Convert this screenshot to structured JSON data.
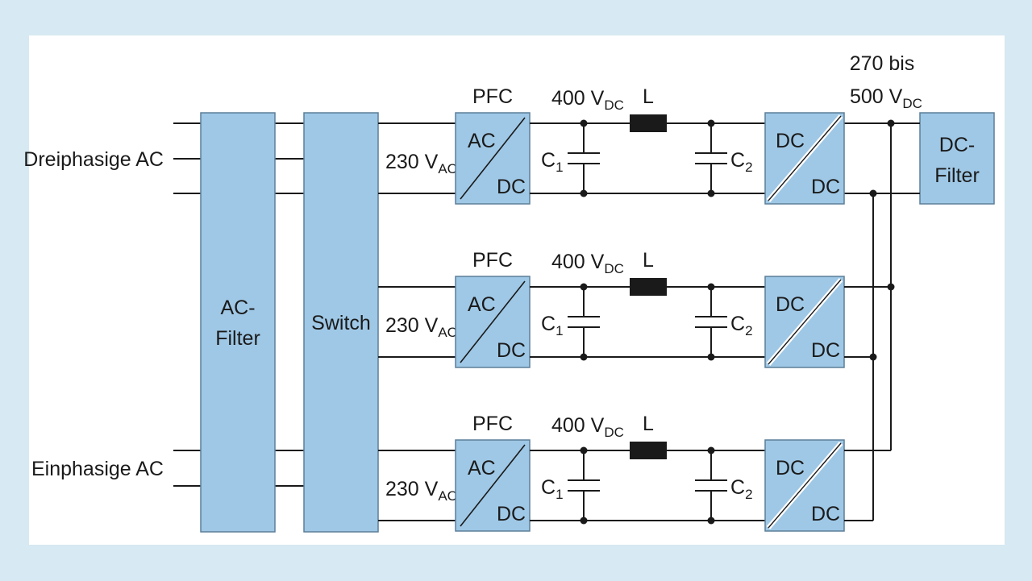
{
  "inputs": {
    "three_phase": "Dreiphasige AC",
    "single_phase": "Einphasige AC"
  },
  "blocks": {
    "ac_filter": [
      "AC-",
      "Filter"
    ],
    "switch": "Switch",
    "dc_filter": [
      "DC-",
      "Filter"
    ]
  },
  "stage_labels": {
    "pfc": "PFC",
    "ac": "AC",
    "dc": "DC",
    "ac_voltage": "230 V",
    "ac_voltage_sub": "AC",
    "dc_voltage": "400 V",
    "dc_voltage_sub": "DC",
    "inductor": "L",
    "c1": "C",
    "c1_sub": "1",
    "c2": "C",
    "c2_sub": "2"
  },
  "output": {
    "line1": "270 bis",
    "line2": "500 V",
    "line2_sub": "DC"
  },
  "colors": {
    "background": "#d7e9f2",
    "panel": "#ffffff",
    "block_fill": "#9fc8e6",
    "block_stroke": "#5c7f99",
    "wire": "#1a1a1a"
  }
}
